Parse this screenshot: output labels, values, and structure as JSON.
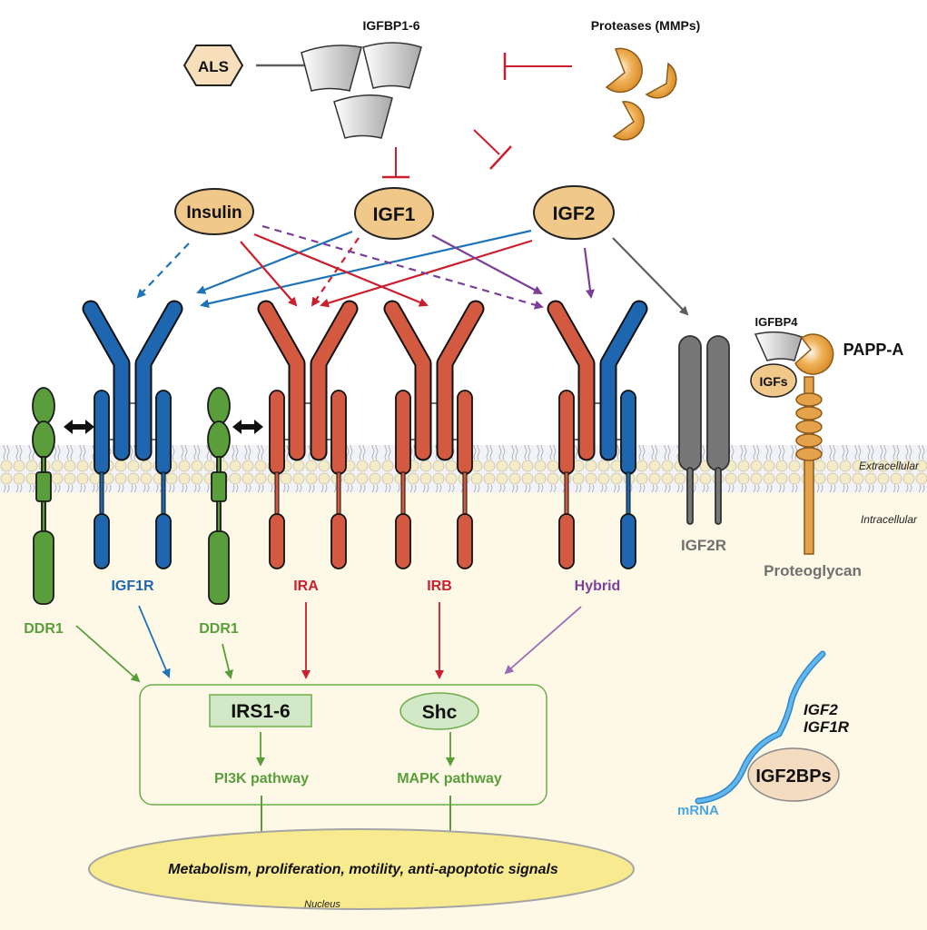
{
  "colors": {
    "igf1r_blue": "#1f66b0",
    "ir_red": "#d35a40",
    "ddr1_green": "#5a9e3c",
    "hybrid_purple": "#7b3f98",
    "igf2r_gray": "#707070",
    "ligand_fill": "#f0c889",
    "protease_orange": "#e39a3a",
    "inhibit_red": "#cc1f2e",
    "cytoplasm": "#fdf9e6",
    "nucleus_fill": "#f8ea8e",
    "mrna_blue": "#4aa6e0"
  },
  "extracellular_regulators": {
    "als": "ALS",
    "igfbp": "IGFBP1-6",
    "proteases": "Proteases (MMPs)"
  },
  "ligands": {
    "insulin": "Insulin",
    "igf1": "IGF1",
    "igf2": "IGF2"
  },
  "receptors": {
    "ddr1_left": "DDR1",
    "igf1r": "IGF1R",
    "ddr1_right": "DDR1",
    "ira": "IRA",
    "irb": "IRB",
    "hybrid": "Hybrid",
    "igf2r": "IGF2R",
    "proteoglycan": "Proteoglycan"
  },
  "pappa_complex": {
    "igfbp4": "IGFBP4",
    "pappa": "PAPP-A",
    "igfs": "IGFs"
  },
  "membrane": {
    "extracellular": "Extracellular",
    "intracellular": "Intracellular"
  },
  "signaling": {
    "irs": "IRS1-6",
    "shc": "Shc",
    "pi3k": "PI3K pathway",
    "mapk": "MAPK pathway"
  },
  "nucleus": {
    "outcome": "Metabolism, proliferation, motility, anti-apoptotic signals",
    "label": "Nucleus"
  },
  "mrna_panel": {
    "gene1": "IGF2",
    "gene2": "IGF1R",
    "binding_protein": "IGF2BPs",
    "mrna": "mRNA"
  },
  "interactions": [
    {
      "from": "ALS",
      "to": "IGFBP1-6",
      "type": "activation"
    },
    {
      "from": "Proteases (MMPs)",
      "to": "IGFBP1-6",
      "type": "inhibition"
    },
    {
      "from": "IGFBP1-6",
      "to": "IGF1",
      "type": "inhibition"
    },
    {
      "from": "IGFBP1-6",
      "to": "IGF2",
      "type": "inhibition"
    },
    {
      "from": "Insulin",
      "to": "IGF1R",
      "type": "weak-binding"
    },
    {
      "from": "Insulin",
      "to": "IRA",
      "type": "binding"
    },
    {
      "from": "Insulin",
      "to": "IRB",
      "type": "binding"
    },
    {
      "from": "Insulin",
      "to": "Hybrid",
      "type": "weak-binding"
    },
    {
      "from": "IGF1",
      "to": "IGF1R",
      "type": "binding"
    },
    {
      "from": "IGF1",
      "to": "IRA",
      "type": "weak-binding"
    },
    {
      "from": "IGF1",
      "to": "Hybrid",
      "type": "binding"
    },
    {
      "from": "IGF2",
      "to": "IGF1R",
      "type": "binding"
    },
    {
      "from": "IGF2",
      "to": "IRA",
      "type": "binding"
    },
    {
      "from": "IGF2",
      "to": "Hybrid",
      "type": "binding"
    },
    {
      "from": "IGF2",
      "to": "IGF2R",
      "type": "binding"
    },
    {
      "from": "DDR1",
      "to": "IGF1R",
      "type": "crosstalk"
    },
    {
      "from": "DDR1",
      "to": "IRA",
      "type": "crosstalk"
    }
  ]
}
